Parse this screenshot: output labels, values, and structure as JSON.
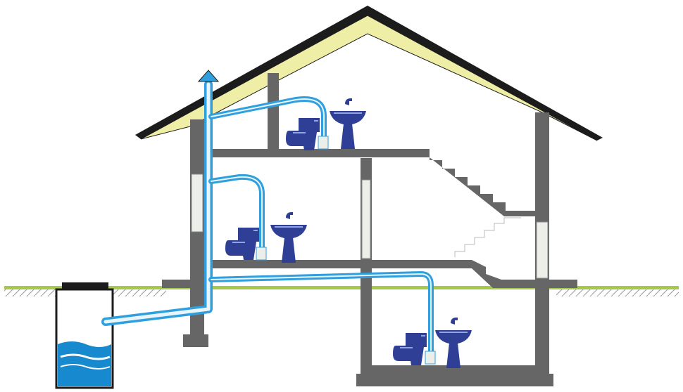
{
  "colors": {
    "background": "#ffffff",
    "wall": "#666666",
    "roof_fill": "#efeea6",
    "roof_edge": "#1c1c1c",
    "ground": "#a6c94b",
    "pipe": "#2f9fde",
    "pipe_light": "#e9f5fc",
    "fixture": "#2f3f95",
    "water": "#1689cf",
    "window": "#eceeea"
  },
  "icons": {
    "vent_arrow": "arrow-up-icon",
    "toilet": "toilet-icon",
    "sink": "washbasin-icon",
    "pump": "macerator-pump-icon"
  },
  "floors": [
    "attic",
    "ground-floor",
    "basement"
  ]
}
